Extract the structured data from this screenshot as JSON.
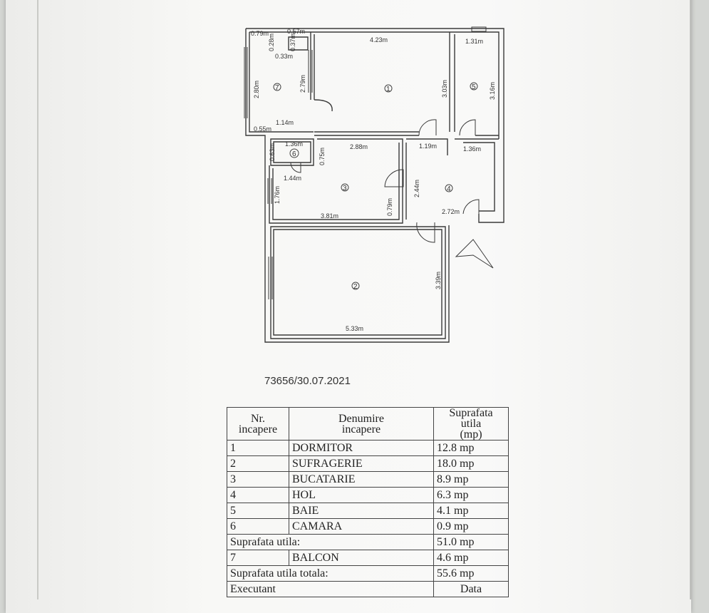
{
  "plan": {
    "dimensions": {
      "d079": "0.79m",
      "d057": "0.57m",
      "d028": "0.28m",
      "d037": "0.37m",
      "d033": "0.33m",
      "d280": "2.80m",
      "d279": "2.79m",
      "d114": "1.14m",
      "d055": "0.55m",
      "d423": "4.23m",
      "d303": "3.03m",
      "d131": "1.31m",
      "d316": "3.16m",
      "d063": "0.63m",
      "d136a": "1.36m",
      "d075": "0.75m",
      "d144": "1.44m",
      "d288": "2.88m",
      "d119": "1.19m",
      "d136b": "1.36m",
      "d176": "1.76m",
      "d381": "3.81m",
      "d079b": "0.79m",
      "d244": "2.44m",
      "d272": "2.72m",
      "d339": "3.39m",
      "d533": "5.33m"
    },
    "room_numbers": {
      "r1": "1",
      "r2": "2",
      "r3": "3",
      "r4": "4",
      "r5": "5",
      "r6": "6",
      "r7": "7"
    }
  },
  "document_number": "73656/30.07.2021",
  "table": {
    "headers": {
      "nr_line1": "Nr.",
      "nr_line2": "incapere",
      "name_line1": "Denumire",
      "name_line2": "incapere",
      "area_line1": "Suprafata",
      "area_line2": "utila",
      "area_line3": "(mp)"
    },
    "rows": [
      {
        "nr": "1",
        "name": "DORMITOR",
        "area": "12.8 mp"
      },
      {
        "nr": "2",
        "name": "SUFRAGERIE",
        "area": "18.0 mp"
      },
      {
        "nr": "3",
        "name": "BUCATARIE",
        "area": "8.9 mp"
      },
      {
        "nr": "4",
        "name": "HOL",
        "area": "6.3 mp"
      },
      {
        "nr": "5",
        "name": "BAIE",
        "area": "4.1 mp"
      },
      {
        "nr": "6",
        "name": "CAMARA",
        "area": "0.9 mp"
      }
    ],
    "subtotal": {
      "label": "Suprafata  utila:",
      "area": "51.0 mp"
    },
    "balcony": {
      "nr": "7",
      "name": "BALCON",
      "area": "4.6 mp"
    },
    "total": {
      "label": "Suprafata utila totala:",
      "area": "55.6 mp"
    },
    "footer": {
      "executant": "Executant",
      "data": "Data"
    }
  }
}
